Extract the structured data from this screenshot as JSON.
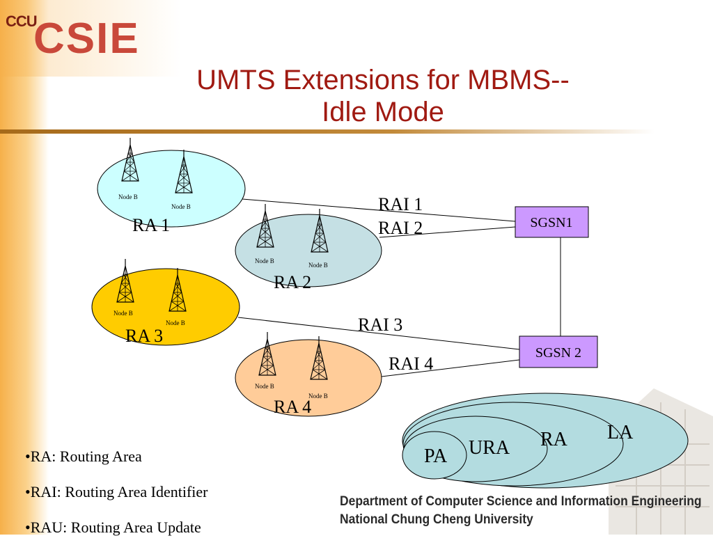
{
  "logo": {
    "prefix": "CCU",
    "name": "CSIE"
  },
  "title": {
    "line1": "UMTS Extensions for MBMS--",
    "line2": "Idle Mode"
  },
  "routing_areas": [
    {
      "label": "RA 1",
      "color": "#ccffff",
      "nodes": [
        "Node B",
        "Node B"
      ]
    },
    {
      "label": "RA 2",
      "color": "#c5e0e4",
      "nodes": [
        "Node B",
        "Node B"
      ]
    },
    {
      "label": "RA 3",
      "color": "#ffcc00",
      "nodes": [
        "Node B",
        "Node B"
      ]
    },
    {
      "label": "RA 4",
      "color": "#ffcc99",
      "nodes": [
        "Node B",
        "Node B"
      ]
    }
  ],
  "links": [
    "RAI 1",
    "RAI 2",
    "RAI 3",
    "RAI 4"
  ],
  "sgsn": [
    {
      "label": "SGSN1",
      "color": "#cc99ff"
    },
    {
      "label": "SGSN 2",
      "color": "#cc99ff"
    }
  ],
  "hierarchy": {
    "color": "#b3dce0",
    "levels": [
      "LA",
      "RA",
      "URA",
      "PA"
    ]
  },
  "bullets": [
    "•RA: Routing Area",
    "•RAI: Routing Area Identifier",
    "•RAU: Routing Area Update"
  ],
  "footer": {
    "line1": "Department of Computer Science and Information Engineering",
    "line2": "National Chung Cheng University"
  }
}
